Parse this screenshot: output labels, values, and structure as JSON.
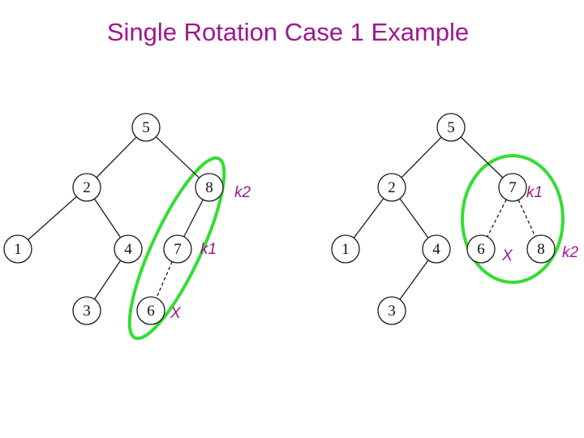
{
  "title": "Single Rotation Case 1 Example",
  "colors": {
    "title": "#a0158f",
    "label": "#a0158f",
    "highlight": "#33dd33",
    "node_stroke": "#1a1a1a"
  },
  "trees": [
    {
      "nodes": [
        {
          "id": "5",
          "label": "5"
        },
        {
          "id": "2",
          "label": "2"
        },
        {
          "id": "8",
          "label": "8"
        },
        {
          "id": "1",
          "label": "1"
        },
        {
          "id": "4",
          "label": "4"
        },
        {
          "id": "7",
          "label": "7"
        },
        {
          "id": "3",
          "label": "3"
        },
        {
          "id": "6",
          "label": "6"
        }
      ],
      "edges": [
        {
          "from": "5",
          "to": "2",
          "style": "solid"
        },
        {
          "from": "5",
          "to": "8",
          "style": "solid"
        },
        {
          "from": "2",
          "to": "1",
          "style": "solid"
        },
        {
          "from": "2",
          "to": "4",
          "style": "solid"
        },
        {
          "from": "8",
          "to": "7",
          "style": "solid"
        },
        {
          "from": "4",
          "to": "3",
          "style": "solid"
        },
        {
          "from": "7",
          "to": "6",
          "style": "dashed"
        }
      ],
      "annotations": [
        {
          "target": "8",
          "text": "k2"
        },
        {
          "target": "7",
          "text": "k1"
        },
        {
          "target": "6",
          "text": "X"
        }
      ]
    },
    {
      "nodes": [
        {
          "id": "5",
          "label": "5"
        },
        {
          "id": "2",
          "label": "2"
        },
        {
          "id": "7",
          "label": "7"
        },
        {
          "id": "1",
          "label": "1"
        },
        {
          "id": "4",
          "label": "4"
        },
        {
          "id": "6",
          "label": "6"
        },
        {
          "id": "8",
          "label": "8"
        },
        {
          "id": "3",
          "label": "3"
        }
      ],
      "edges": [
        {
          "from": "5",
          "to": "2",
          "style": "solid"
        },
        {
          "from": "5",
          "to": "7",
          "style": "solid"
        },
        {
          "from": "2",
          "to": "1",
          "style": "solid"
        },
        {
          "from": "2",
          "to": "4",
          "style": "solid"
        },
        {
          "from": "7",
          "to": "6",
          "style": "dashed"
        },
        {
          "from": "7",
          "to": "8",
          "style": "dashed"
        },
        {
          "from": "4",
          "to": "3",
          "style": "solid"
        }
      ],
      "annotations": [
        {
          "target": "7",
          "text": "k1"
        },
        {
          "target": "6",
          "text": "X"
        },
        {
          "target": "8",
          "text": "k2"
        }
      ]
    }
  ]
}
